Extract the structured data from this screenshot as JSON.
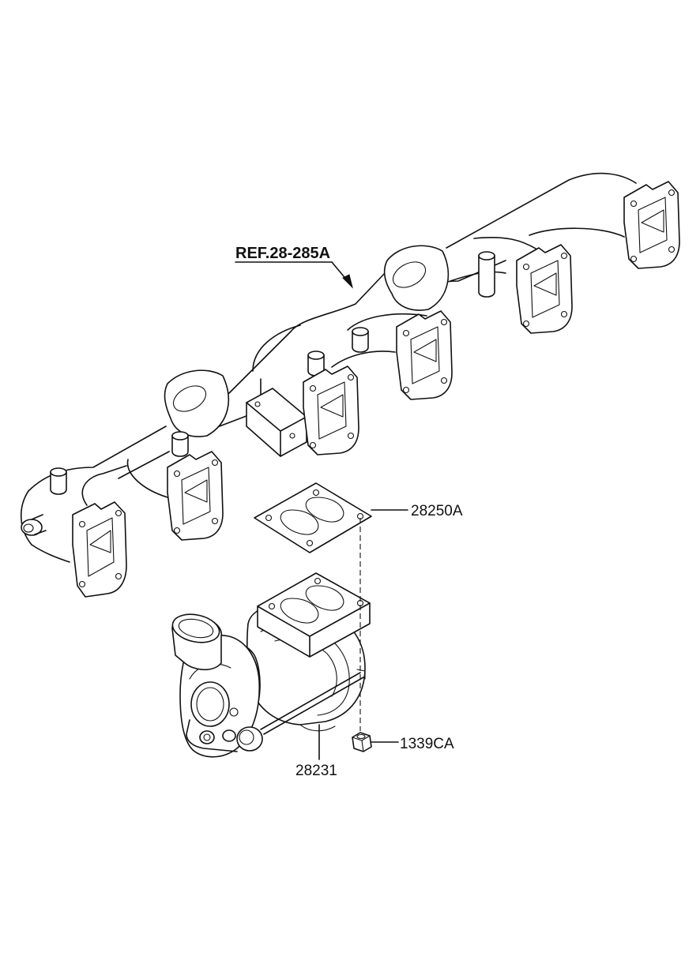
{
  "labels": {
    "ref": "REF.28-285A",
    "gasket": "28250A",
    "turbo": "28231",
    "nut": "1339CA"
  }
}
